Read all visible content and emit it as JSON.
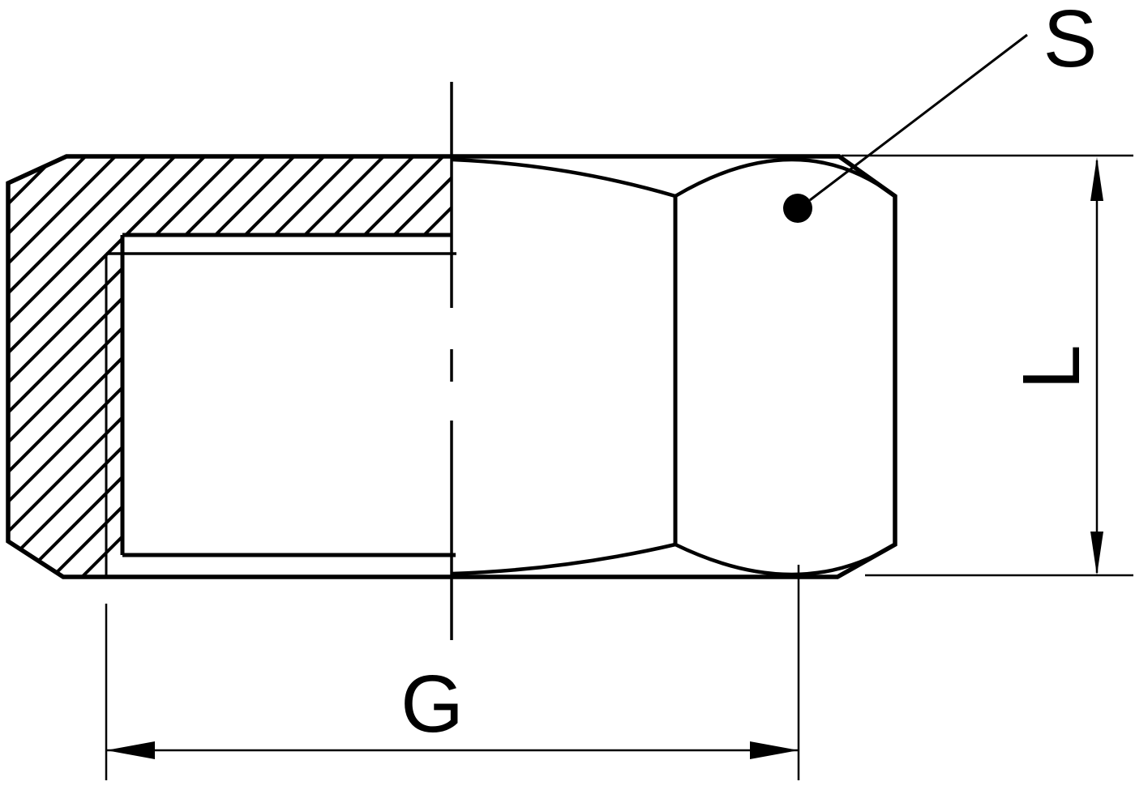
{
  "drawing": {
    "kind": "technical-drawing",
    "view": "cap-nut-half-section-with-hex-flats"
  },
  "dimensions": {
    "wrench_size": {
      "label": "S"
    },
    "length": {
      "label": "L"
    },
    "thread": {
      "label": "G"
    }
  },
  "colors": {
    "ink": "#000000",
    "paper": "#ffffff"
  }
}
